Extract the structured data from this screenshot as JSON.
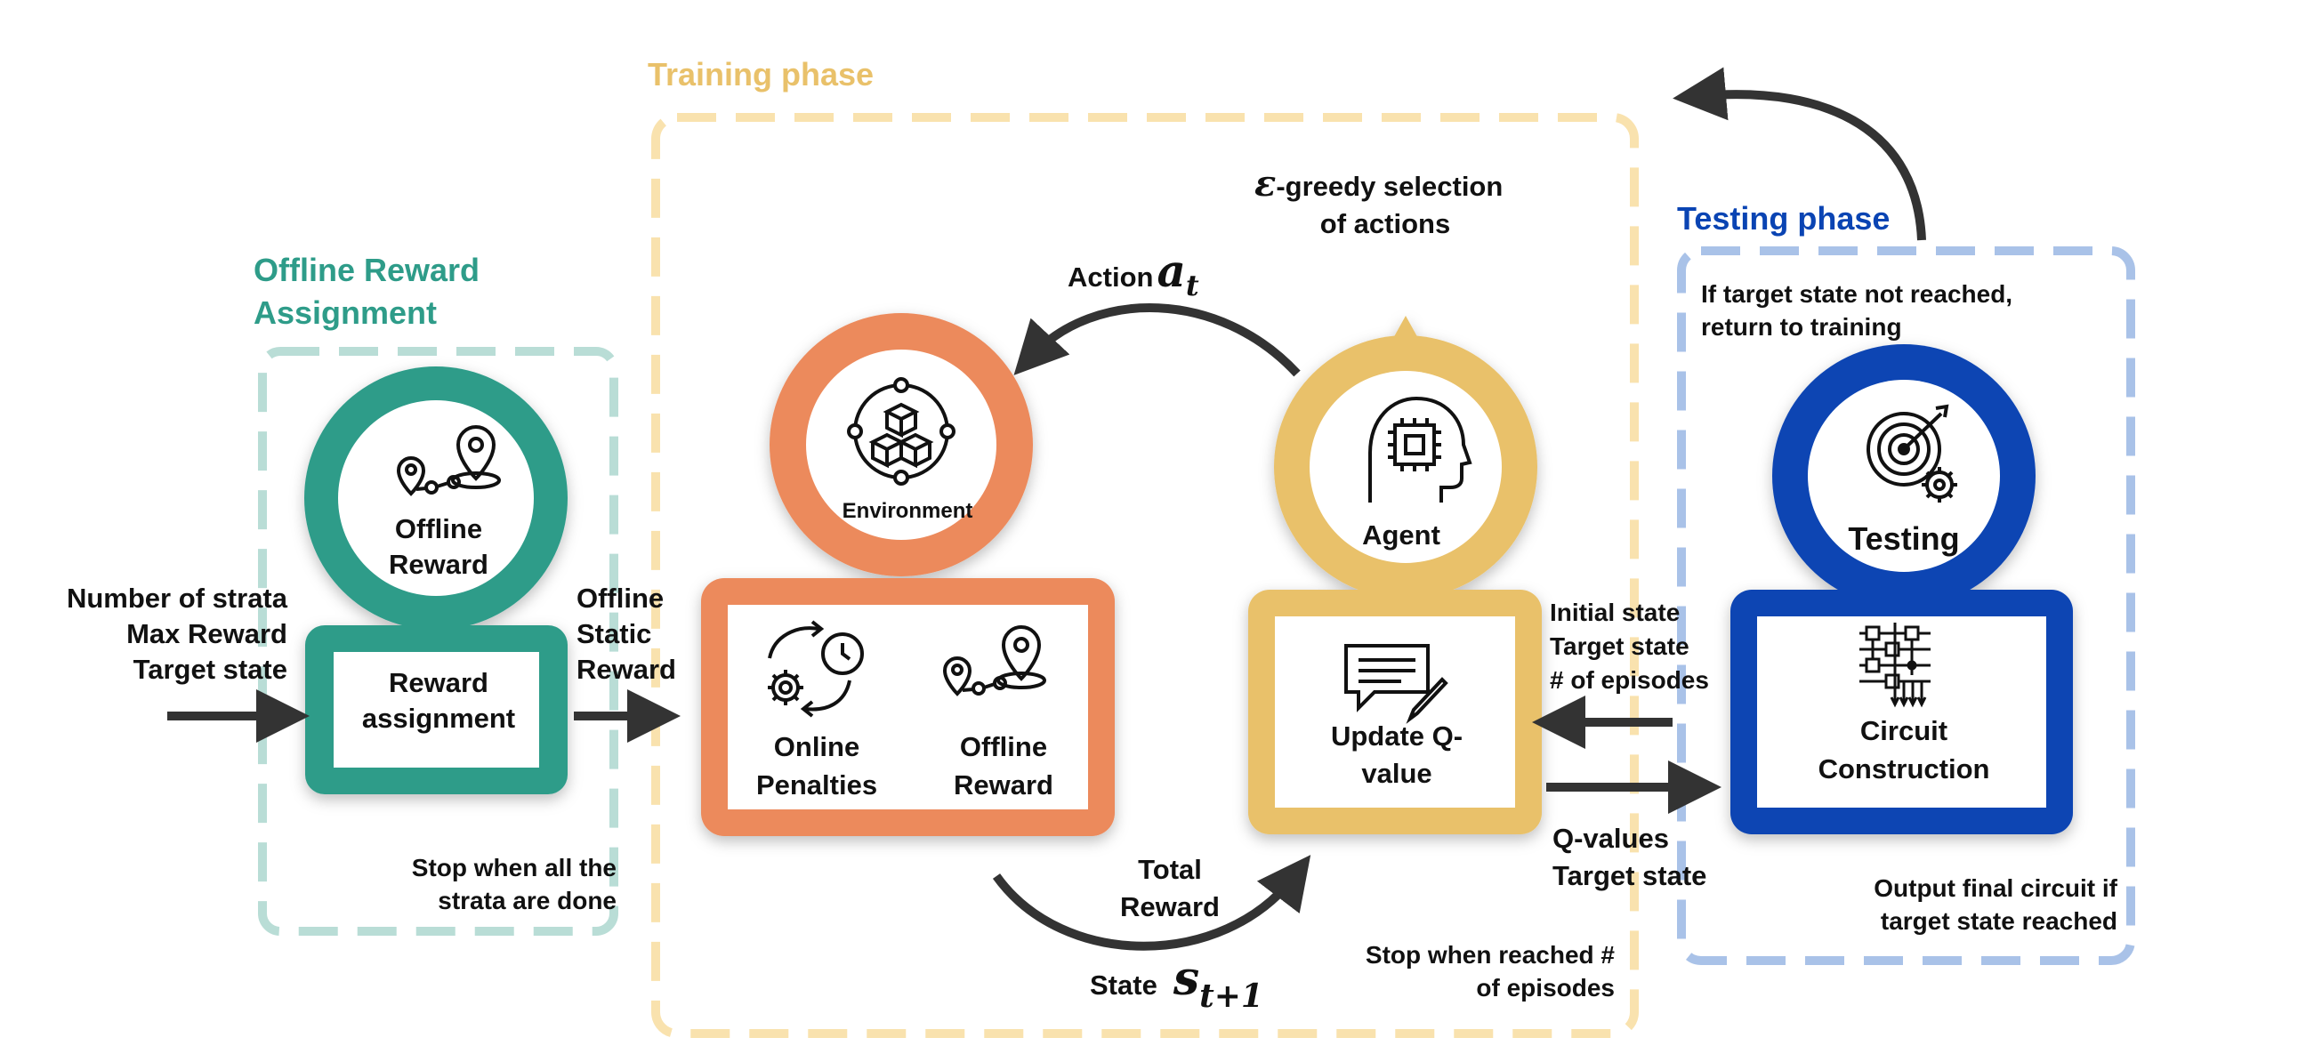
{
  "colors": {
    "teal": "#2e9c89",
    "teal_light": "#b9ddd6",
    "orange": "#ec8a5b",
    "yellow": "#e9c16a",
    "yellow_light": "#f9e2ae",
    "blue": "#0a44b3",
    "blue_light": "#a9c2e8",
    "dark": "#333333"
  },
  "phases": {
    "offline": {
      "title_line1": "Offline Reward",
      "title_line2": "Assignment"
    },
    "training": {
      "title": "Training phase"
    },
    "testing": {
      "title": "Testing phase"
    }
  },
  "nodes": {
    "offline_reward_circle": {
      "line1": "Offline",
      "line2": "Reward",
      "icon": "route-pins-icon"
    },
    "reward_assignment": {
      "line1": "Reward",
      "line2": "assignment"
    },
    "environment": {
      "label": "Environment",
      "icon": "cubes-network-icon"
    },
    "online_penalties": {
      "line1": "Online",
      "line2": "Penalties",
      "icon": "cycle-clock-gear-icon"
    },
    "offline_reward_box": {
      "line1": "Offline",
      "line2": "Reward",
      "icon": "route-pins-icon"
    },
    "agent": {
      "label": "Agent",
      "icon": "head-chip-icon"
    },
    "update_q": {
      "line1": "Update Q-",
      "line2": "value",
      "icon": "document-pen-icon"
    },
    "testing": {
      "label": "Testing",
      "icon": "target-gear-icon"
    },
    "circuit": {
      "line1": "Circuit",
      "line2": "Construction",
      "icon": "quantum-circuit-icon"
    }
  },
  "labels": {
    "inputs": [
      "Number of strata",
      "Max Reward",
      "Target state"
    ],
    "offline_static": [
      "Offline",
      "Static",
      "Reward"
    ],
    "stop_strata": [
      "Stop when all the",
      "strata are done"
    ],
    "epsilon_symbol": "ε",
    "epsilon_text": "-greedy selection",
    "epsilon_text2": "of actions",
    "action_word": "Action",
    "action_symbol": "a",
    "action_sub": "t",
    "total_reward": [
      "Total",
      "Reward"
    ],
    "state_word": "State",
    "state_symbol": "s",
    "state_sub": "t+1",
    "stop_episodes": [
      "Stop when reached #",
      "of episodes"
    ],
    "initial_state": [
      "Initial state",
      "Target state",
      "# of episodes"
    ],
    "q_values": [
      "Q-values",
      "Target state"
    ],
    "if_target": [
      "If target state not reached,",
      "return to training"
    ],
    "output_final": [
      "Output final circuit if",
      "target state reached"
    ]
  }
}
